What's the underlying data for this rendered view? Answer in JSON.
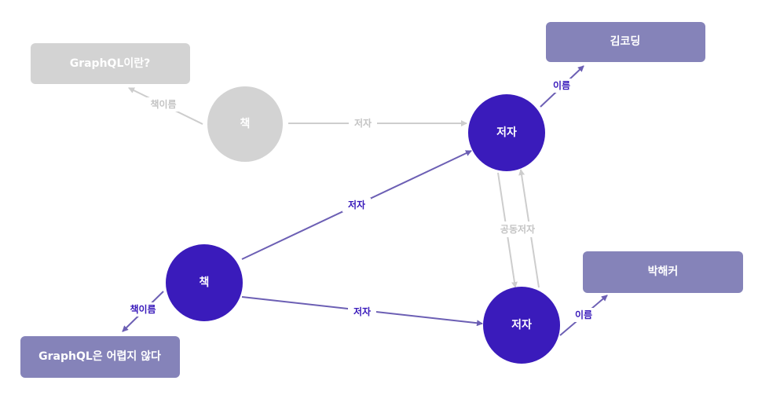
{
  "colors": {
    "active_circle": "#3a1bbb",
    "active_box": "#8583b9",
    "active_edge": "#6c5fb4",
    "active_label": "#3a1bbb",
    "muted_circle": "#d3d3d3",
    "muted_box": "#d3d3d3",
    "muted_edge": "#cdcdcd",
    "muted_label": "#c4c4c4",
    "white_text": "#ffffff"
  },
  "nodes": {
    "book_muted": "책",
    "author_top": "저자",
    "book_active": "책",
    "author_bottom": "저자"
  },
  "boxes": {
    "title_muted": "GraphQL이란?",
    "name_kimcoding": "김코딩",
    "name_parkhacker": "박해커",
    "title_active": "GraphQL은 어렵지 않다"
  },
  "edges": {
    "muted_book_title": "책이름",
    "muted_book_author": "저자",
    "co_author": "공동저자",
    "author_top_name": "이름",
    "book_author_top": "저자",
    "book_author_bottom": "저자",
    "book_title_active": "책이름",
    "author_bottom_name": "이름"
  }
}
